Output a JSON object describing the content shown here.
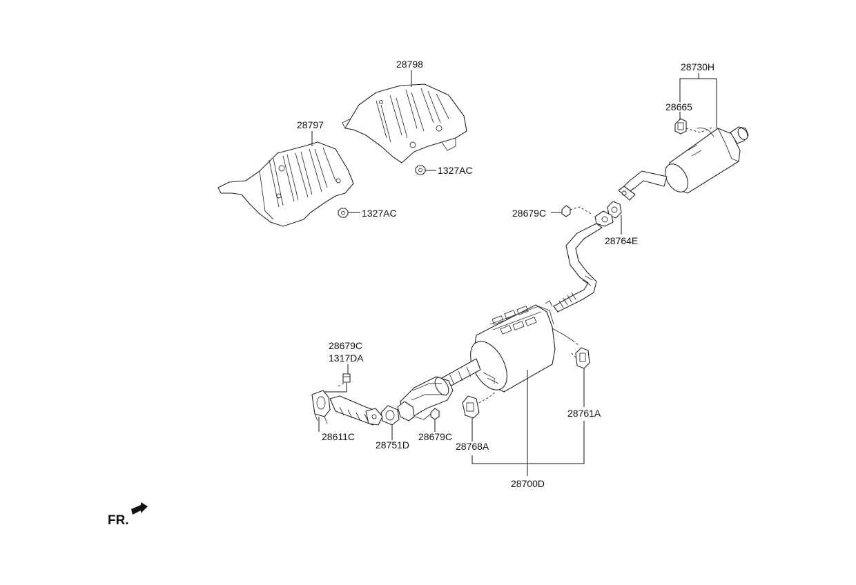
{
  "labels": {
    "heat_shield_rear": "28798",
    "heat_shield_front": "28797",
    "nut_rear_shield": "1327AC",
    "nut_front_shield": "1327AC",
    "rear_muffler_assy": "28730H",
    "hanger_rear": "28665",
    "nut_rear_joint": "28679C",
    "gasket_rear": "28764E",
    "nut_front_pipe": "28679C",
    "bolt_front_pipe": "1317DA",
    "front_pipe": "28611C",
    "gasket_front": "28751D",
    "nut_catalyst": "28679C",
    "hanger_center": "28768A",
    "hanger_side": "28761A",
    "center_muffler_assy": "28700D"
  },
  "direction_label": "FR."
}
